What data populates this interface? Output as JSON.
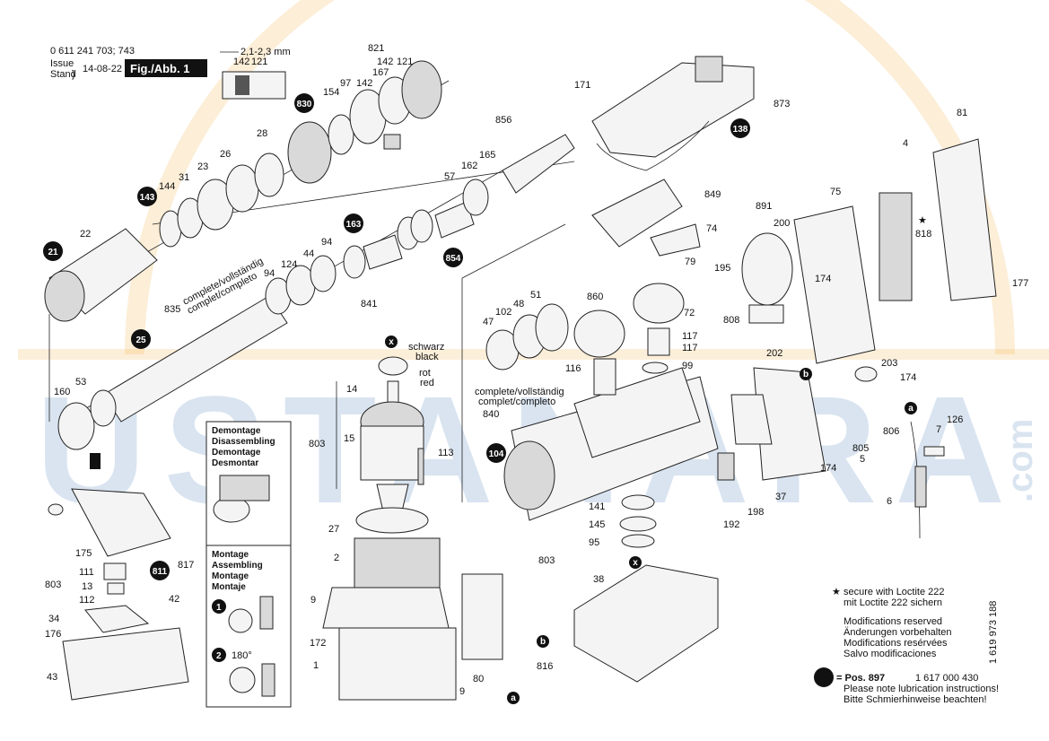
{
  "header": {
    "drawing_no": "0 611 241 703; 743",
    "issue_label": "Issue",
    "stand_label": "Stand",
    "date": "14-08-22",
    "fig_label": "Fig./Abb. 1",
    "dimension": "2,1-2,3 mm"
  },
  "watermark": {
    "text": "USTANARA",
    "suffix": ".com"
  },
  "colors": {
    "watermark_blue": "#1c5fa8",
    "watermark_orange": "#f0a020",
    "badge": "#111111"
  },
  "parts": {
    "p821": "821",
    "p142": "142",
    "p121": "121",
    "p167": "167",
    "p97": "97",
    "p154": "154",
    "p830": "830",
    "p28": "28",
    "p26": "26",
    "p23": "23",
    "p31": "31",
    "p144": "144",
    "p143": "143",
    "p22": "22",
    "p21": "21",
    "p856": "856",
    "p165": "165",
    "p162": "162",
    "p57": "57",
    "p163": "163",
    "p94a": "94",
    "p44": "44",
    "p124": "124",
    "p94b": "94",
    "p854": "854",
    "p841": "841",
    "p835": "835",
    "p25": "25",
    "p160": "160",
    "p53": "53",
    "p171": "171",
    "p873": "873",
    "p138": "138",
    "p849": "849",
    "p74": "74",
    "p79": "79",
    "p81": "81",
    "p4": "4",
    "p75": "75",
    "p891": "891",
    "p200": "200",
    "p818": "818",
    "p195": "195",
    "p174a": "174",
    "p177": "177",
    "p808": "808",
    "p202": "202",
    "p203": "203",
    "p174b": "174",
    "p860": "860",
    "p72": "72",
    "p117a": "117",
    "p117b": "117",
    "p116": "116",
    "p99": "99",
    "p47": "47",
    "p102": "102",
    "p48": "48",
    "p51": "51",
    "p840": "840",
    "p104": "104",
    "p14": "14",
    "p15": "15",
    "p803a": "803",
    "p113": "113",
    "p141": "141",
    "p145": "145",
    "p95": "95",
    "p803b": "803",
    "p27": "27",
    "p2": "2",
    "p9a": "9",
    "p172": "172",
    "p1": "1",
    "p9b": "9",
    "p80": "80",
    "p816": "816",
    "p38": "38",
    "p192": "192",
    "p198": "198",
    "p37": "37",
    "p174c": "174",
    "p805": "805",
    "p5": "5",
    "p806": "806",
    "p7": "7",
    "p126": "126",
    "p6": "6",
    "p175": "175",
    "p111": "111",
    "p13": "13",
    "p112": "112",
    "p803c": "803",
    "p811": "811",
    "p817": "817",
    "p42": "42",
    "p34": "34",
    "p176": "176",
    "p43": "43"
  },
  "markers": {
    "x": "x",
    "a": "a",
    "b": "b"
  },
  "texts": {
    "complete1": "complete/vollständig",
    "complete1b": "complet/completo",
    "complete2": "complete/vollständig",
    "complete2b": "complet/completo",
    "schwarz": "schwarz",
    "black": "black",
    "rot": "rot",
    "red": "red",
    "angle": "180°"
  },
  "disassembly_box": {
    "lines": [
      "Demontage",
      "Disassembling",
      "Demontage",
      "Desmontar"
    ]
  },
  "assembly_box": {
    "lines": [
      "Montage",
      "Assembling",
      "Montage",
      "Montaje"
    ],
    "step1": "1",
    "step2": "2"
  },
  "notes": {
    "loctite1": "secure with Loctite 222",
    "loctite2": "mit Loctite 222 sichern",
    "mod1": "Modifications reserved",
    "mod2": "Änderungen vorbehalten",
    "mod3": "Modifications resérvées",
    "mod4": "Salvo modificaciones",
    "pos_label": "= Pos. 897",
    "pos_no": "1 617 000 430",
    "lub1": "Please note lubrication instructions!",
    "lub2": "Bitte Schmierhinweise beachten!",
    "vertical_no": "1 619 973 188"
  }
}
